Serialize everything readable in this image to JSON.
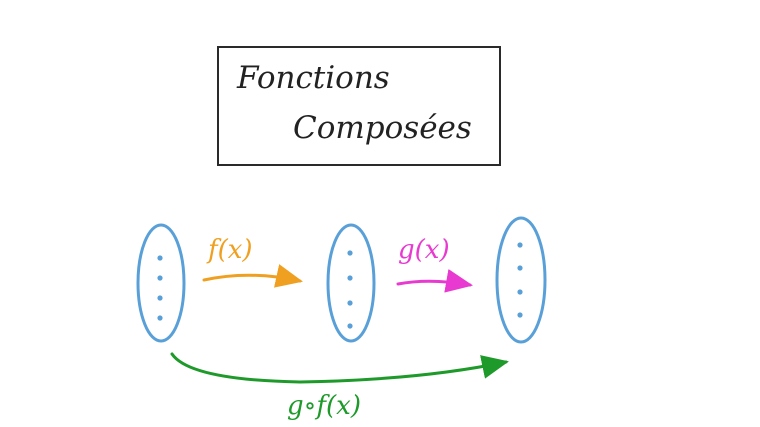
{
  "title": {
    "line1": "Fonctions",
    "line2": "Composées"
  },
  "arrows": {
    "f": {
      "label": "f(x)",
      "color": "#f0a020"
    },
    "g": {
      "label": "g(x)",
      "color": "#e83ad0"
    },
    "gof": {
      "label": "g∘f(x)",
      "color": "#1e9a2a"
    }
  },
  "sets": {
    "outline_color": "#5aa0d8",
    "dot_color": "#5aa0d8",
    "count": 3
  }
}
